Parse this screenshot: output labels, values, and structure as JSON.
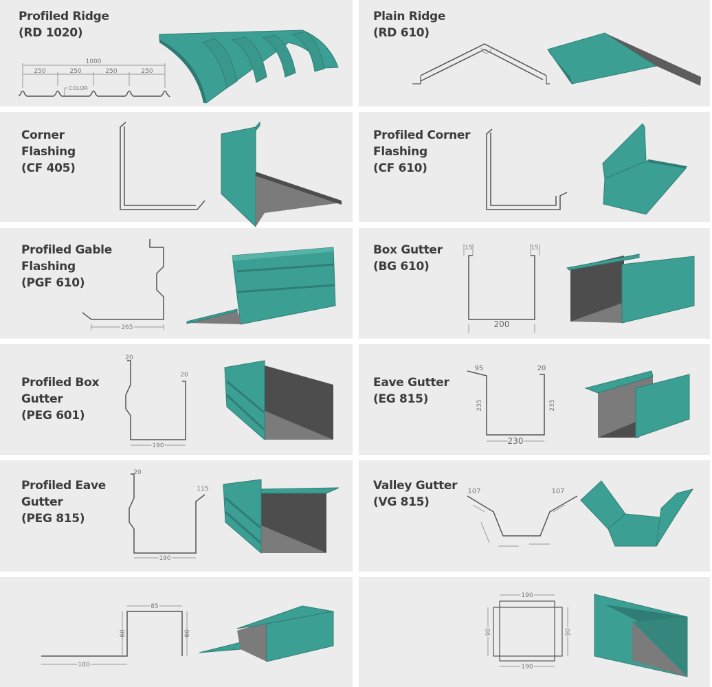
{
  "colors": {
    "background": "#ececec",
    "teal": "#3c9f94",
    "gray": "#7b7b7b",
    "dark_gray": "#4d4d4d",
    "title": "#3c3c3c"
  },
  "products": [
    {
      "title": [
        "Profiled Ridge",
        "(RD 1020)"
      ],
      "dims": [
        "1000",
        "250",
        "250",
        "250",
        "250",
        "COLOR"
      ]
    },
    {
      "title": [
        "Plain Ridge",
        "(RD 610)"
      ],
      "dims": []
    },
    {
      "title": [
        "Corner",
        "Flashing",
        "(CF 405)"
      ],
      "dims": []
    },
    {
      "title": [
        "Profiled Corner",
        "Flashing",
        "(CF 610)"
      ],
      "dims": []
    },
    {
      "title": [
        "Profiled Gable",
        "Flashing",
        "(PGF 610)"
      ],
      "dims": [
        "265"
      ]
    },
    {
      "title": [
        "Box Gutter",
        "(BG 610)"
      ],
      "dims": [
        "15",
        "15",
        "200"
      ]
    },
    {
      "title": [
        "Profiled Box",
        "Gutter",
        "(PEG 601)"
      ],
      "dims": [
        "20",
        "20",
        "190"
      ]
    },
    {
      "title": [
        "Eave Gutter",
        "(EG 815)"
      ],
      "dims": [
        "95",
        "20",
        "235",
        "235",
        "230"
      ]
    },
    {
      "title": [
        "Profiled Eave",
        "Gutter",
        "(PEG 815)"
      ],
      "dims": [
        "20",
        "115",
        "190"
      ]
    },
    {
      "title": [
        "Valley Gutter",
        "(VG 815)"
      ],
      "dims": [
        "107",
        "107"
      ]
    },
    {
      "title": [],
      "dims": [
        "85",
        "60",
        "60",
        "180"
      ]
    },
    {
      "title": [],
      "dims": [
        "190",
        "90",
        "90",
        "190"
      ]
    }
  ]
}
